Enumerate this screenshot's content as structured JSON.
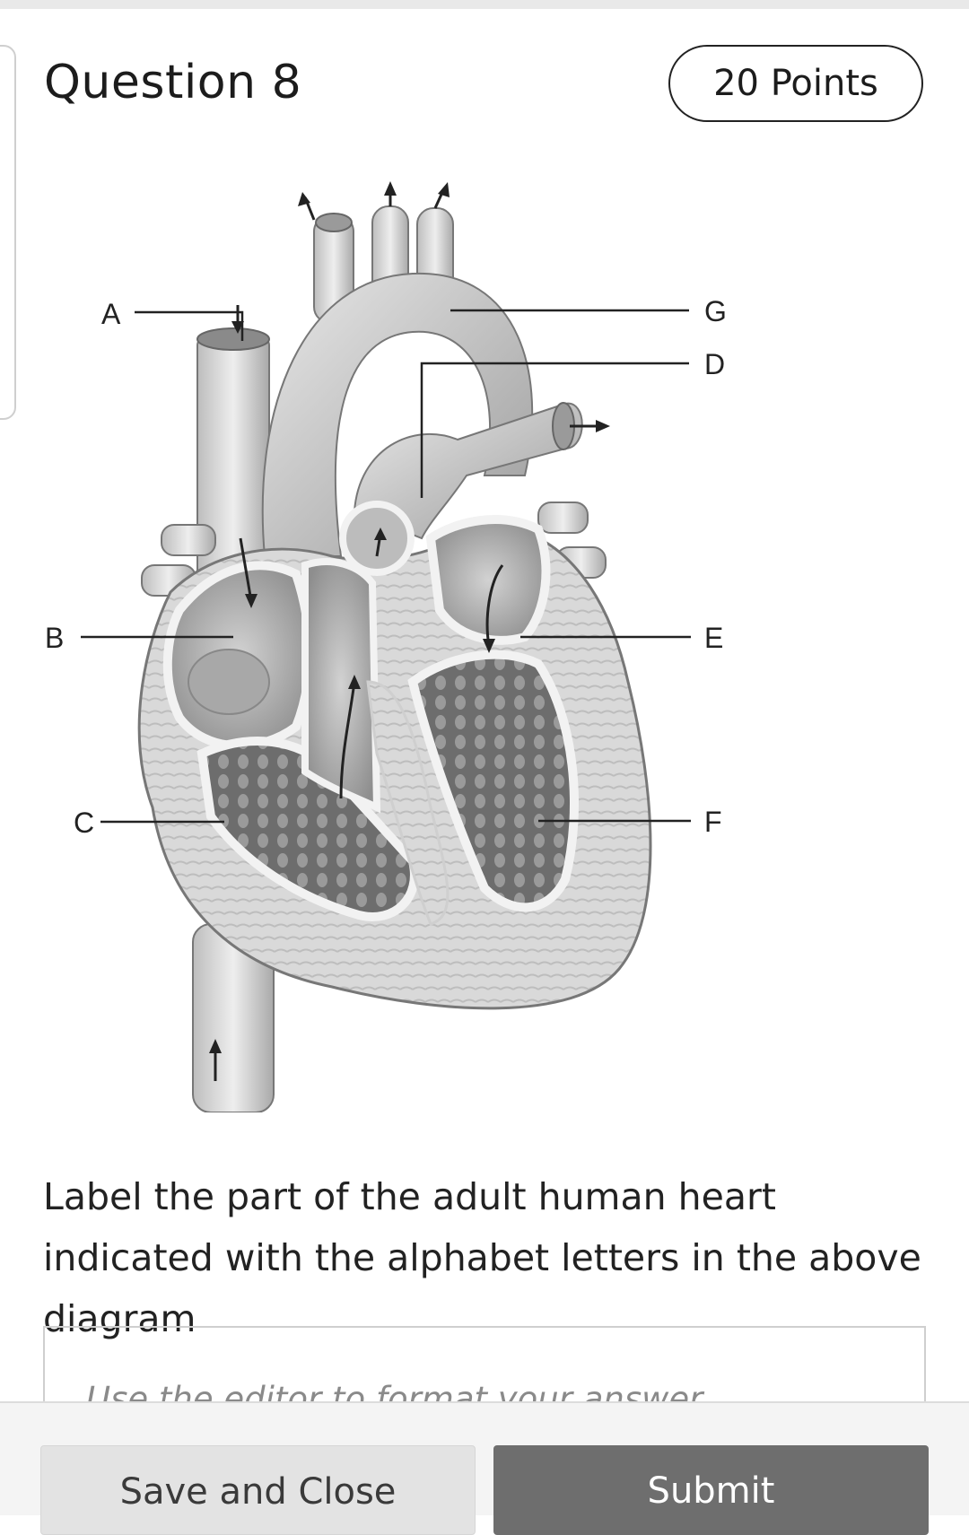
{
  "question": {
    "title": "Question 8",
    "points": "20 Points"
  },
  "diagram": {
    "labels": {
      "a": "A",
      "b": "B",
      "c": "C",
      "d": "D",
      "e": "E",
      "f": "F",
      "g": "G"
    }
  },
  "prompt": "Label the part of the adult human heart indicated with the alphabet letters in the above diagram",
  "editor": {
    "placeholder": "Use the editor to format your answer"
  },
  "footer": {
    "save_label": "Save and Close",
    "submit_label": "Submit"
  },
  "colors": {
    "submit_bg": "#6e6e6e",
    "save_bg": "#e3e3e3",
    "border": "#222222"
  }
}
